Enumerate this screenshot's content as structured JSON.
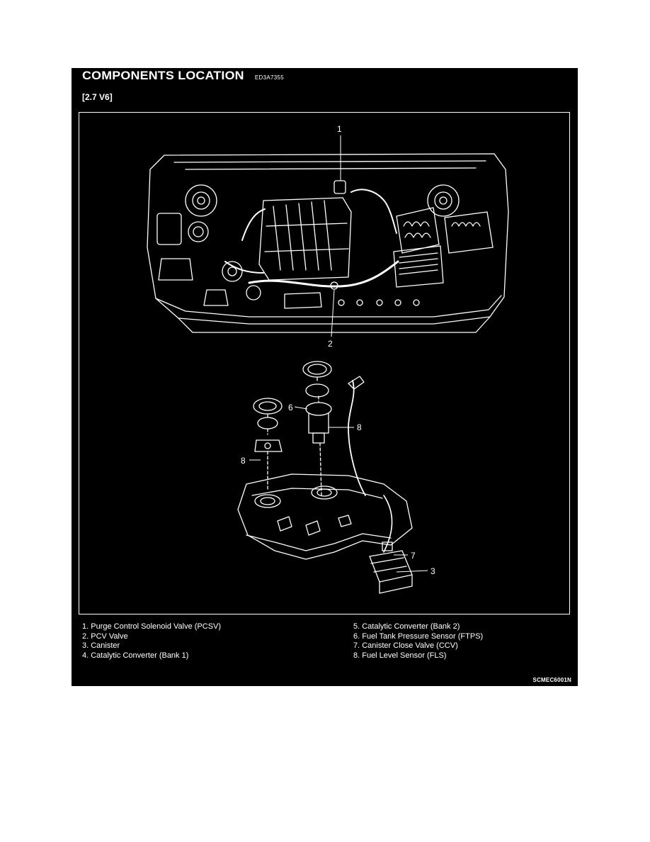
{
  "heading": {
    "title": "COMPONENTS LOCATION",
    "code": "ED3A7355"
  },
  "subheading": "[2.7 V6]",
  "callouts": [
    "1",
    "2",
    "6",
    "8",
    "8",
    "7",
    "3"
  ],
  "legend": {
    "column1": [
      "1. Purge Control Solenoid Valve (PCSV)",
      "2. PCV Valve",
      "3. Canister",
      "4. Catalytic Converter (Bank 1)"
    ],
    "column2": [
      "5. Catalytic Converter (Bank 2)",
      "6. Fuel Tank Pressure Sensor (FTPS)",
      "7. Canister Close Valve (CCV)",
      "8. Fuel Level Sensor (FLS)"
    ]
  },
  "figure_code": "SCMEC6001N",
  "colors": {
    "panel": "#000000",
    "line": "#ffffff",
    "page": "#ffffff"
  }
}
